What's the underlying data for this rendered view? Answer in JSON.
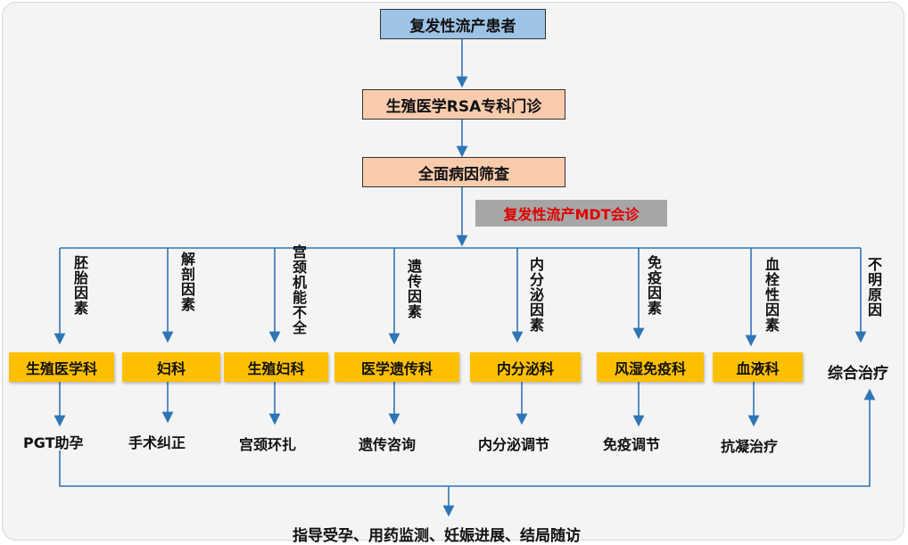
{
  "title": "复发性流产患者",
  "clinic": "生殖医学RSA专科门诊",
  "screening": "全面病因筛查",
  "mdt": "复发性流产MDT会诊",
  "factors": [
    "胚胎因素",
    "解剖因素",
    "宫颈机能不全",
    "遗传因素",
    "内分泌因素",
    "免疫因素",
    "血栓性因素",
    "不明原因"
  ],
  "departments": [
    "生殖医学科",
    "妇科",
    "生殖妇科",
    "医学遗传科",
    "内分泌科",
    "风湿免疫科",
    "血液科",
    "综合治疗"
  ],
  "treatments": [
    "PGT助孕",
    "手术纠正",
    "宫颈环扎",
    "遗传咨询",
    "内分泌调节",
    "免疫调节",
    "抗凝治疗"
  ],
  "final": "指导受孕、用药监测、妊娠进展、结局随访",
  "colors": {
    "title_box": "#9dc3e6",
    "step_box": "#f8cbad",
    "mdt_box": "#a6a6a6",
    "mdt_text": "#e00000",
    "dept_box": "#fdc000",
    "line": "#2e75b6"
  }
}
